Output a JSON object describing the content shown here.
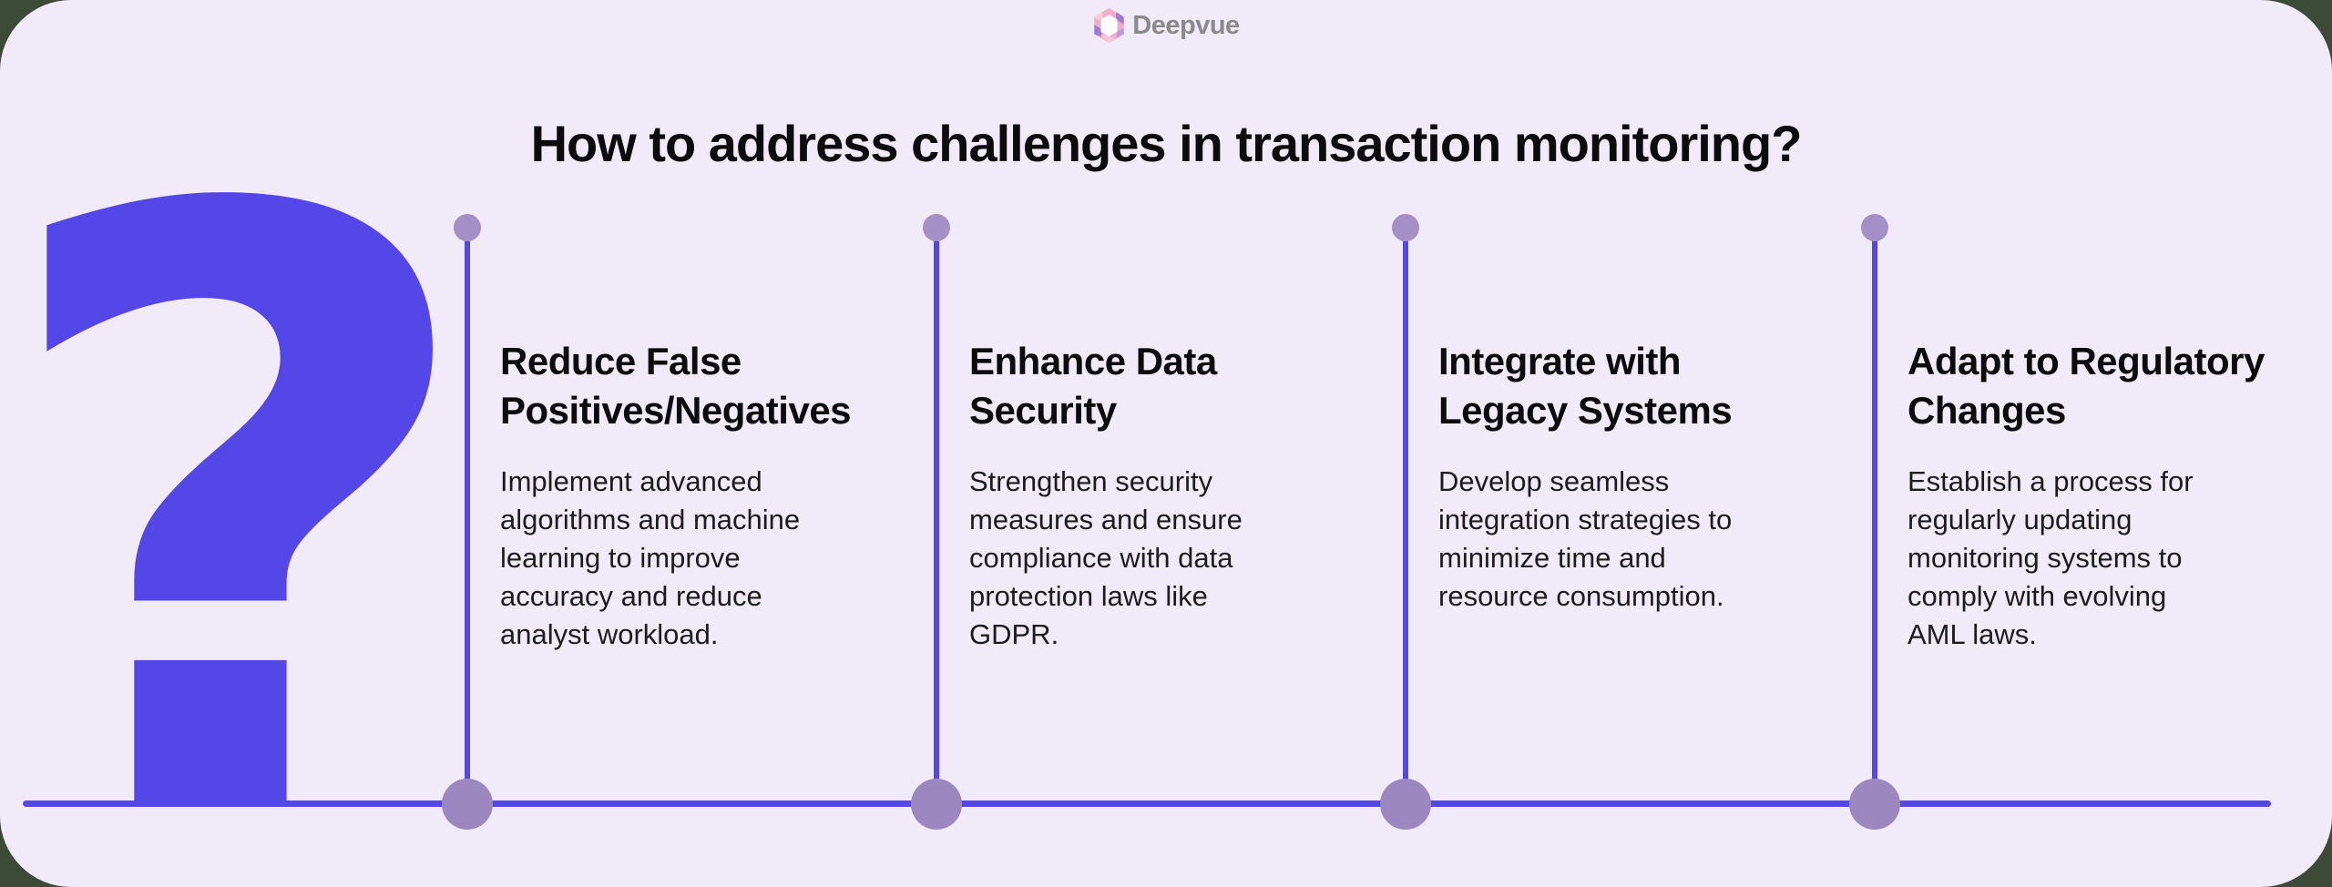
{
  "brand": {
    "name": "Deepvue"
  },
  "title": "How to address challenges in transaction monitoring?",
  "graphic": {
    "question_mark": "?"
  },
  "colors": {
    "outer_background": "#3d4a38",
    "card_background": "#f1eaf9",
    "accent_purple": "#5546e8",
    "node_top": "#a48fc6",
    "node_bottom": "#9c87c0",
    "logo_pink": "#f2abc9",
    "logo_purple": "#9d7bd0",
    "logo_text_gray": "#8a8a8a"
  },
  "columns": [
    {
      "heading": "Reduce False\nPositives/Negatives",
      "body": "Implement advanced algorithms and machine learning to improve accuracy and reduce analyst workload."
    },
    {
      "heading": "Enhance Data\nSecurity",
      "body": "Strengthen security measures and ensure compliance with data protection laws like GDPR."
    },
    {
      "heading": "Integrate with\nLegacy Systems",
      "body": "Develop seamless integration strategies to minimize time and resource consumption."
    },
    {
      "heading": "Adapt to Regulatory\nChanges",
      "body": "Establish a process for regularly updating monitoring systems to comply with evolving AML laws."
    }
  ]
}
